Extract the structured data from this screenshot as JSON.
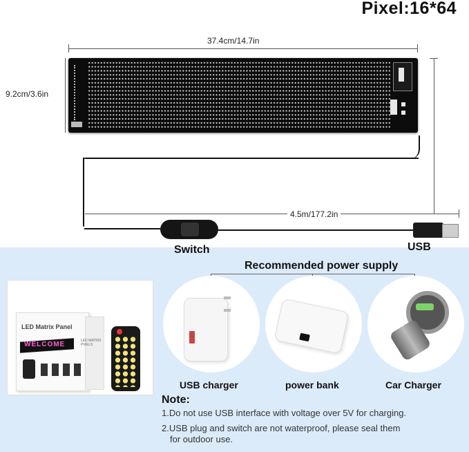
{
  "title": "Pixel:16*64",
  "dimensions": {
    "width": "37.4cm/14.7in",
    "height": "9.2cm/3.6in",
    "cable": "4.5m/177.2in"
  },
  "labels": {
    "switch": "Switch",
    "usb": "USB"
  },
  "recommended": "Recommended power supply",
  "power_options": [
    {
      "label": "USB charger",
      "icon": "usb-charger-icon"
    },
    {
      "label": "power bank",
      "icon": "power-bank-icon"
    },
    {
      "label": "Car Charger",
      "icon": "car-charger-icon"
    }
  ],
  "product_box": {
    "brand": "LED Matrix Panel",
    "scroll": "WELCOME",
    "sub": "LED MATRIX PIXELS"
  },
  "notes": {
    "heading": "Note:",
    "items": [
      "1.Do not use USB interface with voltage over 5V for charging.",
      "2.USB plug and switch are not waterproof, please seal them"
    ],
    "continuation": "for outdoor use."
  },
  "colors": {
    "background_bottom": "#dcebfa",
    "panel": "#0c0c0c",
    "remote": "#f3e27a"
  }
}
